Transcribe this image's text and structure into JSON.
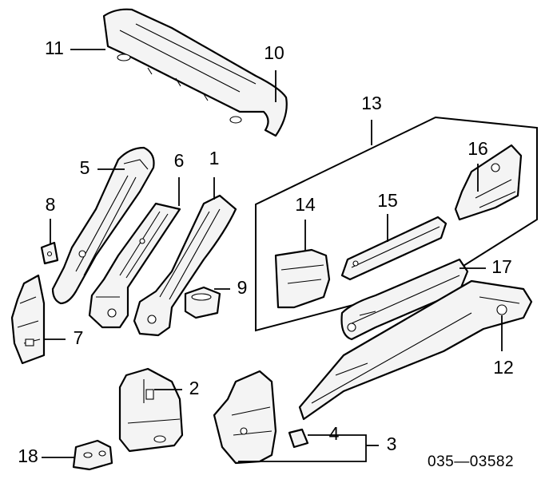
{
  "callouts": {
    "p1": "1",
    "p2": "2",
    "p3": "3",
    "p4": "4",
    "p5": "5",
    "p6": "6",
    "p7": "7",
    "p8": "8",
    "p9": "9",
    "p10": "10",
    "p11": "11",
    "p12": "12",
    "p13": "13",
    "p14": "14",
    "p15": "15",
    "p16": "16",
    "p17": "17",
    "p18": "18"
  },
  "diagram_code": "035—03582"
}
